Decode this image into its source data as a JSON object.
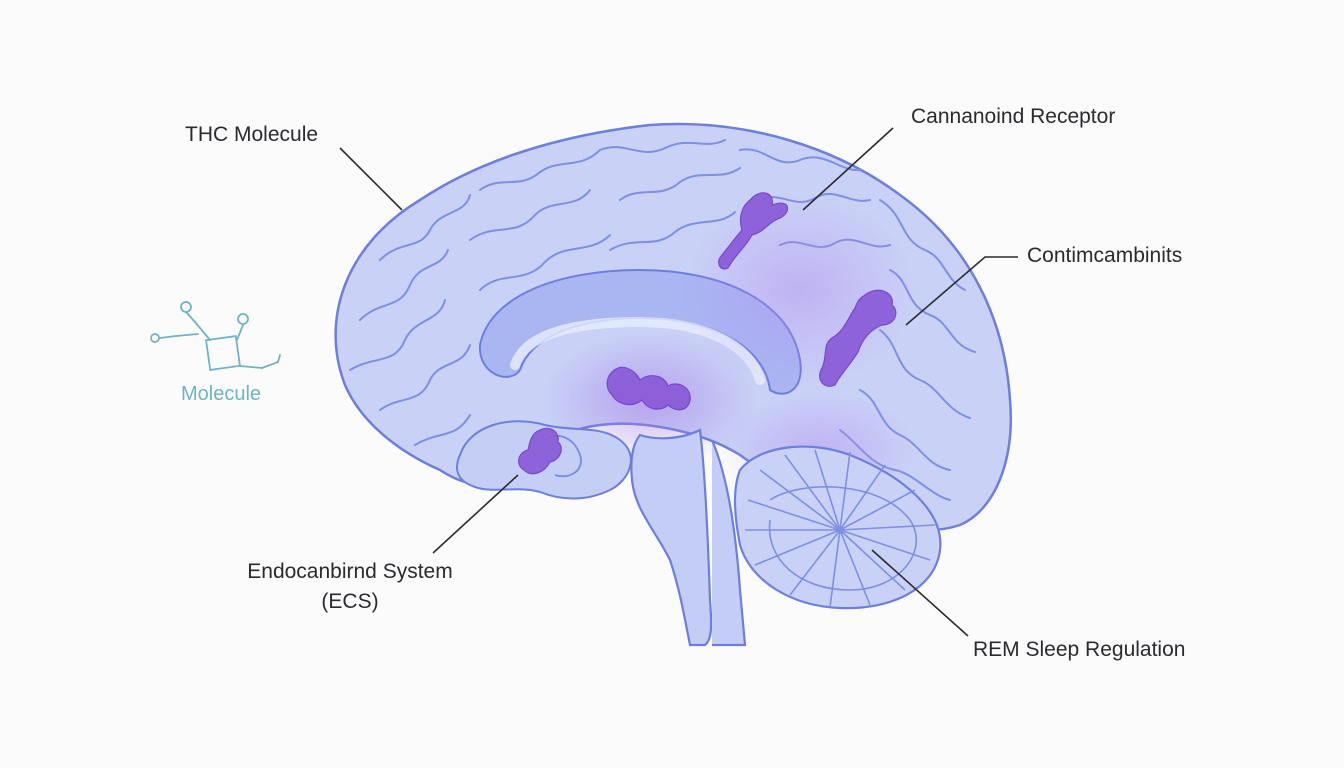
{
  "labels": {
    "thc_molecule": "THC Molecule",
    "cannabinoid_receptor": "Cannanoind Receptor",
    "contimcamb": "Contimcambinits",
    "ecs_line1": "Endocanbirnd System",
    "ecs_line2": "(ECS)",
    "rem_sleep": "REM Sleep Regulation",
    "molecule": "Molecule"
  },
  "colors": {
    "brain_fill": "#c9d2f6",
    "brain_outline": "#6c7ee0",
    "highlight": "#9b6fe3",
    "receptor": "#8a5ad8",
    "leader_line": "#2b2b30",
    "molecule_icon": "#6fb4c4"
  }
}
